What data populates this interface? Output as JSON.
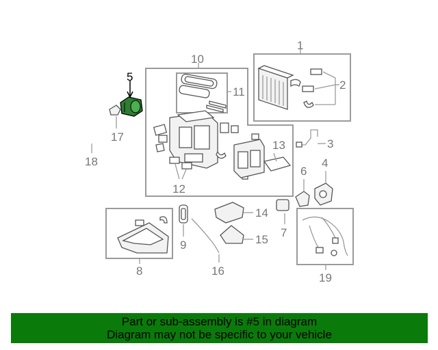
{
  "callouts": {
    "c1": "1",
    "c2": "2",
    "c3": "3",
    "c4": "4",
    "c5": "5",
    "c6": "6",
    "c7": "7",
    "c8": "8",
    "c9": "9",
    "c10": "10",
    "c11": "11",
    "c12": "12",
    "c13": "13",
    "c14": "14",
    "c15": "15",
    "c16": "16",
    "c17": "17",
    "c18": "18",
    "c19": "19"
  },
  "highlight": {
    "part_number": "5",
    "color": "#2e7d32"
  },
  "banner": {
    "line1": "Part or sub-assembly is #5 in diagram",
    "line2": "Diagram may not be specific to your vehicle",
    "background": "#0a7a0a"
  }
}
